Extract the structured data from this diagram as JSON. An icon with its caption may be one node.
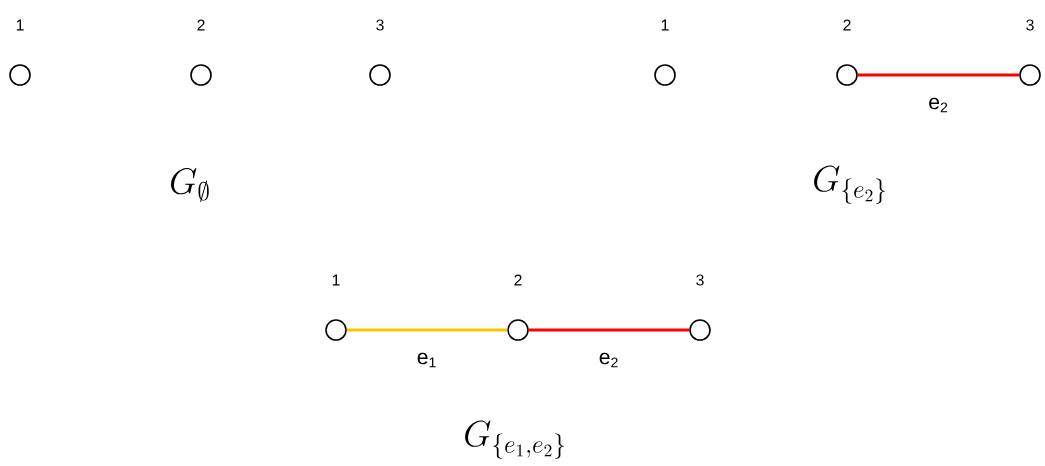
{
  "diagram": {
    "nodes": [
      {
        "text": [],
        "shape": "circle",
        "beside": [
          "1"
        ]
      },
      {
        "text": [],
        "shape": "circle",
        "beside": [
          "2"
        ]
      },
      {
        "text": [],
        "shape": "circle",
        "beside": [
          "3"
        ]
      },
      {
        "text": [],
        "shape": "circle",
        "beside": [
          "1"
        ]
      },
      {
        "text": [],
        "shape": "circle",
        "beside": [
          "2"
        ]
      },
      {
        "text": [],
        "shape": "circle",
        "beside": [
          "3"
        ]
      },
      {
        "text": [],
        "shape": "circle",
        "beside": [
          "1"
        ]
      },
      {
        "text": [],
        "shape": "circle",
        "beside": [
          "2"
        ]
      },
      {
        "text": [],
        "shape": "circle",
        "beside": [
          "3"
        ]
      }
    ],
    "edges": [
      {
        "from": 4,
        "to": 5,
        "arrow": "none",
        "label": "e$_{2}$",
        "color": "#ff0000"
      },
      {
        "from": 6,
        "to": 7,
        "arrow": "none",
        "label": "e$_{1}$",
        "color": "#ffc000"
      },
      {
        "from": 7,
        "to": 8,
        "arrow": "none",
        "label": "e$_{2}$",
        "color": "#ff0000"
      }
    ],
    "labels": [
      "G_{\\emptyset}",
      "G_{\\{e_2\\}}",
      "G_{\\{e_1,e_2\\}}"
    ]
  }
}
